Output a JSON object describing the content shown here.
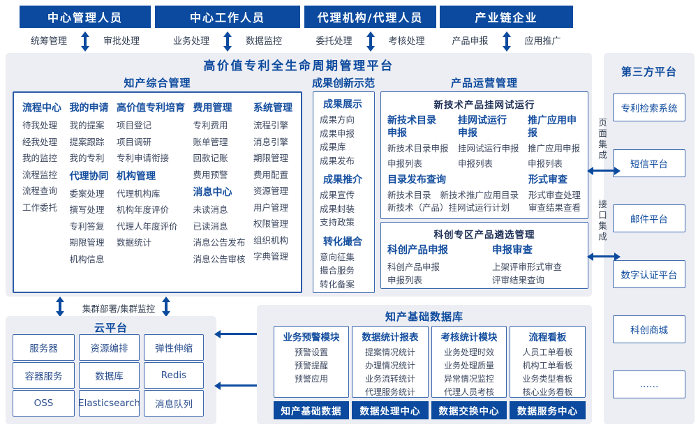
{
  "colors": {
    "primary_blue": "#0b4a9e",
    "header_text_blue": "#164f9f",
    "item_navy": "#3d4860",
    "panel_gray": "#edeef3"
  },
  "roles": [
    {
      "title": "中心管理人员",
      "left": "统筹管理",
      "right": "审批处理"
    },
    {
      "title": "中心工作人员",
      "left": "业务处理",
      "right": "数据监控"
    },
    {
      "title": "代理机构/代理人员",
      "left": "委托处理",
      "right": "考核处理"
    },
    {
      "title": "产业链企业",
      "left": "产品申报",
      "right": "应用推广"
    }
  ],
  "platform": {
    "title": "高价值专利全生命周期管理平台",
    "ipm": {
      "title": "知产综合管理",
      "cols": [
        {
          "groups": [
            {
              "h": "流程中心",
              "items": [
                "待我处理",
                "经我处理",
                "我的监控",
                "流程监控",
                "流程查询",
                "工作委托"
              ]
            }
          ]
        },
        {
          "groups": [
            {
              "h": "我的申请",
              "items": [
                "我的提案",
                "提案跟踪",
                "我的专利"
              ]
            },
            {
              "h": "代理协同",
              "items": [
                "委案处理",
                "撰写处理",
                "专利答复",
                "期限管理",
                "机构信息"
              ]
            }
          ]
        },
        {
          "groups": [
            {
              "h": "高价值专利培育",
              "items": [
                "项目登记",
                "项目调研",
                "专利申请衔接"
              ]
            },
            {
              "h": "机构管理",
              "items": [
                "代理机构库",
                "机构年度评价",
                "代理人年度评价",
                "数据统计"
              ]
            }
          ]
        },
        {
          "groups": [
            {
              "h": "费用管理",
              "items": [
                "专利费用",
                "账单管理",
                "回款记账",
                "费用预警"
              ]
            },
            {
              "h": "消息中心",
              "items": [
                "未读消息",
                "已读消息",
                "消息公告发布",
                "消息公告审核"
              ]
            }
          ]
        },
        {
          "groups": [
            {
              "h": "系统管理",
              "items": [
                "流程引擎",
                "消息引擎",
                "期限管理",
                "费用配置",
                "资源管理",
                "用户管理",
                "权限管理",
                "组织机构",
                "字典管理"
              ]
            }
          ]
        }
      ]
    },
    "achv": {
      "title": "成果创新示范",
      "groups": [
        {
          "h": "成果展示",
          "items": [
            "成果方向",
            "成果申报",
            "成果库",
            "成果发布"
          ]
        },
        {
          "h": "成果推介",
          "items": [
            "成果宣传",
            "成果封装",
            "支持政策"
          ]
        },
        {
          "h": "转化撮合",
          "items": [
            "意向征集",
            "撮合服务",
            "转化备案"
          ]
        }
      ]
    },
    "product": {
      "title": "产品运营管理",
      "boxA": {
        "title": "新技术产品挂网试运行",
        "cols": [
          {
            "h": "新技术目录申报",
            "items": [
              "新技术目录申报",
              "申报列表"
            ]
          },
          {
            "h": "挂网试运行申报",
            "items": [
              "挂网试运行申报",
              "申报列表"
            ]
          },
          {
            "h": "推广应用申报",
            "items": [
              "推广应用申报",
              "申报列表"
            ]
          }
        ],
        "catalog": {
          "h": "目录发布查询",
          "row1": [
            "新技术目录",
            "新技术推广应用目录"
          ],
          "row2": "新技术（产品）挂网试运行计划"
        },
        "review": {
          "h": "形式审查",
          "items": [
            "形式审查处理",
            "审查结果查看"
          ]
        }
      },
      "boxB": {
        "title": "科创专区产品遴选管理",
        "cols": [
          {
            "h": "科创产品申报",
            "items": [
              "科创产品申报",
              "申报列表"
            ]
          },
          {
            "h": "申报审查",
            "items": [
              "上架评审形式审查",
              "评审结果查询"
            ]
          }
        ]
      }
    }
  },
  "third_party": {
    "title": "第三方平台",
    "boxes": [
      "专利检索系统",
      "短信平台",
      "邮件平台",
      "数字认证平台",
      "科创商城",
      "……"
    ]
  },
  "integration": {
    "page": "页面集成",
    "api": "接口集成"
  },
  "cluster_label": "集群部署/集群监控",
  "cloud": {
    "title": "云平台",
    "boxes": [
      "服务器",
      "资源编排",
      "弹性伸缩",
      "容器服务",
      "数据库",
      "Redis",
      "OSS",
      "Elasticsearch",
      "消息队列"
    ]
  },
  "kdb": {
    "title": "知产基础数据库",
    "modules": [
      {
        "h": "业务预警模块",
        "items": [
          "预警设置",
          "预警提醒",
          "预警应用"
        ]
      },
      {
        "h": "数据统计报表",
        "items": [
          "提案情况统计",
          "办理情况统计",
          "业务流转统计",
          "代理服务统计"
        ]
      },
      {
        "h": "考核统计模块",
        "items": [
          "业务处理时效",
          "业务处理质量",
          "异常情况监控",
          "代理人员考核"
        ]
      },
      {
        "h": "流程看板",
        "items": [
          "人员工单看板",
          "机构工单看板",
          "业务类型看板",
          "核心业务看板"
        ]
      }
    ],
    "badges": [
      "知产基础数据",
      "数据处理中心",
      "数据交换中心",
      "数据服务中心"
    ]
  }
}
